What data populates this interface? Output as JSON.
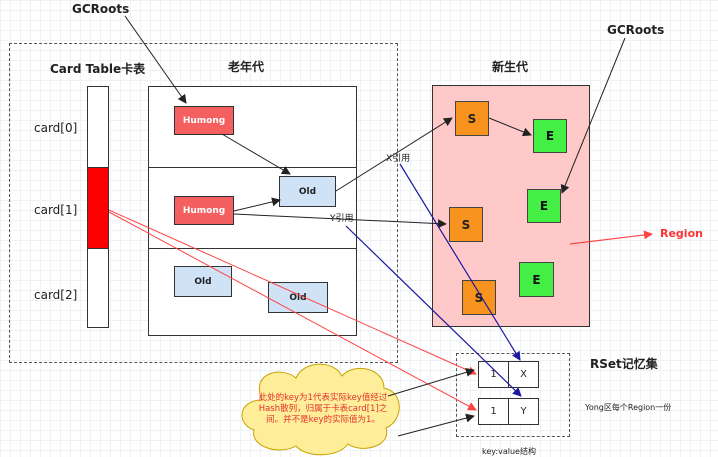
{
  "labels": {
    "gcroots_left": "GCRoots",
    "gcroots_right": "GCRoots",
    "card_table_title": "Card Table卡表",
    "old_gen_title": "老年代",
    "young_gen_title": "新生代",
    "card_0": "card[0]",
    "card_1": "card[1]",
    "card_2": "card[2]",
    "region": "Region",
    "rset_title": "RSet记忆集",
    "x_ref": "X引用",
    "y_ref": "Y引用",
    "per_region": "Yong区每个Region一份",
    "key_value": "key:value结构"
  },
  "old_gen": {
    "humong_1": "Humong",
    "humong_2": "Humong",
    "old_1": "Old",
    "old_2": "Old",
    "old_3": "Old"
  },
  "young_gen": {
    "s_1": "S",
    "s_2": "S",
    "s_3": "S",
    "e_1": "E",
    "e_2": "E",
    "e_3": "E"
  },
  "rset": {
    "rows": [
      {
        "key": "1",
        "value": "X"
      },
      {
        "key": "1",
        "value": "Y"
      }
    ]
  },
  "note": "此处的key为1代表实际key值经过Hash散列，归属于卡表card[1]之间。并不是key的实际值为1。",
  "colors": {
    "dirty_card": "#ff0000",
    "humong": "#f45f5f",
    "old": "#cfe2f6",
    "young_region": "#ffc9c9",
    "survivor": "#f7931e",
    "eden": "#44ee44",
    "note_cloud": "#ffee99",
    "red_arrow": "#ff4444",
    "blue_arrow": "#1a1aa0"
  }
}
